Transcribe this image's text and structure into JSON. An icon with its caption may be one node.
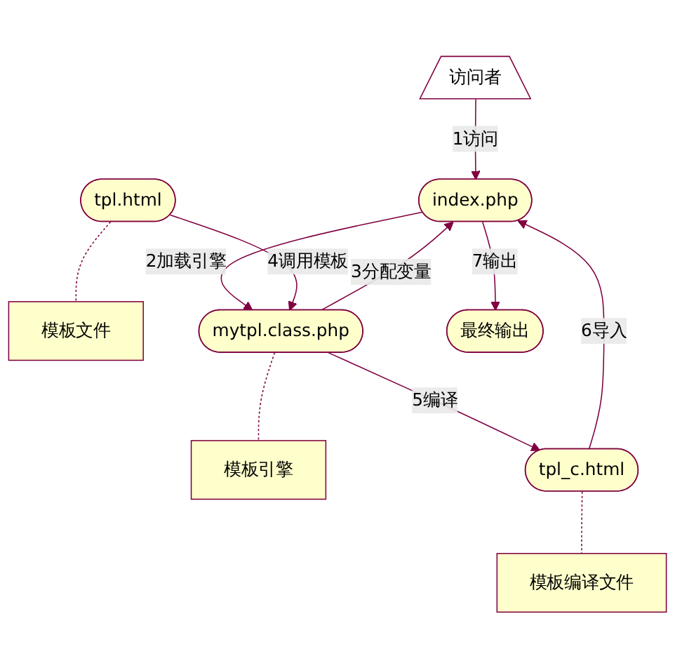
{
  "diagram": {
    "nodes": [
      {
        "text": [
          "访问者"
        ]
      },
      {
        "text": [
          "tpl.html"
        ]
      },
      {
        "text": [
          "模板文件"
        ]
      },
      {
        "text": [
          "index.php"
        ]
      },
      {
        "text": [
          "mytpl.class.php"
        ]
      },
      {
        "text": [
          "模板引擎"
        ]
      },
      {
        "text": [
          "tpl_c.html"
        ]
      },
      {
        "text": [
          "模板编译文件"
        ]
      },
      {
        "text": [
          "最终输出"
        ]
      }
    ],
    "edges": [
      {
        "from": 0,
        "to": 3,
        "arrow": "to",
        "label": "1访问"
      },
      {
        "from": 3,
        "to": 4,
        "arrow": "to",
        "label": "2加载引擎"
      },
      {
        "from": 4,
        "to": 3,
        "arrow": "to",
        "label": "3分配变量"
      },
      {
        "from": 1,
        "to": 4,
        "arrow": "to",
        "label": "4调用模板"
      },
      {
        "from": 4,
        "to": 6,
        "arrow": "to",
        "label": "5编译"
      },
      {
        "from": 6,
        "to": 3,
        "arrow": "to",
        "label": "6导入"
      },
      {
        "from": 3,
        "to": 8,
        "arrow": "to",
        "label": "7输出"
      },
      {
        "from": 1,
        "to": 2,
        "arrow": "none",
        "style": "dashed"
      },
      {
        "from": 4,
        "to": 5,
        "arrow": "none",
        "style": "dashed"
      },
      {
        "from": 6,
        "to": 7,
        "arrow": "none",
        "style": "dashed"
      }
    ]
  }
}
